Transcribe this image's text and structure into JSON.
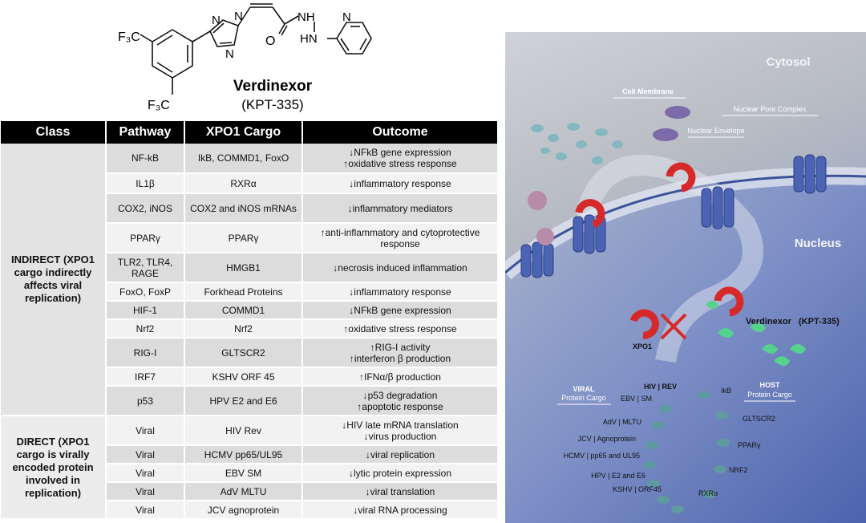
{
  "molecule": {
    "name": "Verdinexor",
    "code": "(KPT-335)",
    "atoms": {
      "cf3_top": "F₃C",
      "cf3_bottom": "F₃C",
      "n1": "N",
      "n2": "N",
      "n3": "N",
      "n4": "N",
      "o": "O",
      "nh1": "NH",
      "nh2": "HN"
    }
  },
  "table": {
    "headers": [
      "Class",
      "Pathway",
      "XPO1 Cargo",
      "Outcome"
    ],
    "classes": {
      "indirect": "INDIRECT (XPO1 cargo indirectly affects viral replication)",
      "direct": "DIRECT (XPO1 cargo is virally encoded protein involved in replication)"
    },
    "rows": [
      {
        "pathway": "NF-kB",
        "cargo": "IkB, COMMD1, FoxO",
        "outcome": [
          {
            "dir": "down",
            "text": "NFkB gene expression"
          },
          {
            "dir": "up",
            "text": "oxidative stress response"
          }
        ]
      },
      {
        "pathway": "IL1β",
        "cargo": "RXRα",
        "outcome": [
          {
            "dir": "down",
            "text": "inflammatory response"
          }
        ]
      },
      {
        "pathway": "COX2, iNOS",
        "cargo": "COX2 and iNOS mRNAs",
        "outcome": [
          {
            "dir": "down",
            "text": "inflammatory mediators"
          }
        ]
      },
      {
        "pathway": "PPARγ",
        "cargo": "PPARγ",
        "outcome": [
          {
            "dir": "up",
            "text": "anti-inflammatory and cytoprotective response"
          }
        ]
      },
      {
        "pathway": "TLR2, TLR4, RAGE",
        "cargo": "HMGB1",
        "outcome": [
          {
            "dir": "down",
            "text": "necrosis induced inflammation"
          }
        ]
      },
      {
        "pathway": "FoxO, FoxP",
        "cargo": "Forkhead Proteins",
        "outcome": [
          {
            "dir": "down",
            "text": "inflammatory response"
          }
        ]
      },
      {
        "pathway": "HIF-1",
        "cargo": "COMMD1",
        "outcome": [
          {
            "dir": "down",
            "text": "NFkB gene expression"
          }
        ]
      },
      {
        "pathway": "Nrf2",
        "cargo": "Nrf2",
        "outcome": [
          {
            "dir": "up",
            "text": "oxidative stress response"
          }
        ]
      },
      {
        "pathway": "RIG-I",
        "cargo": "GLTSCR2",
        "outcome": [
          {
            "dir": "up",
            "text": "RIG-I activity"
          },
          {
            "dir": "up",
            "text": "interferon β production"
          }
        ]
      },
      {
        "pathway": "IRF7",
        "cargo": "KSHV ORF 45",
        "outcome": [
          {
            "dir": "up",
            "text": "IFNα/β production"
          }
        ]
      },
      {
        "pathway": "p53",
        "cargo": "HPV E2 and E6",
        "outcome": [
          {
            "dir": "down",
            "text": "p53 degradation"
          },
          {
            "dir": "up",
            "text": "apoptotic response"
          }
        ]
      },
      {
        "pathway": "Viral",
        "cargo": "HIV Rev",
        "outcome": [
          {
            "dir": "down",
            "text": "HIV late mRNA translation"
          },
          {
            "dir": "down",
            "text": "virus production"
          }
        ]
      },
      {
        "pathway": "Viral",
        "cargo": "HCMV pp65/UL95",
        "outcome": [
          {
            "dir": "down",
            "text": "viral replication"
          }
        ]
      },
      {
        "pathway": "Viral",
        "cargo": "EBV SM",
        "outcome": [
          {
            "dir": "down",
            "text": "lytic protein expression"
          }
        ]
      },
      {
        "pathway": "Viral",
        "cargo": "AdV MLTU",
        "outcome": [
          {
            "dir": "down",
            "text": "viral translation"
          }
        ]
      },
      {
        "pathway": "Viral",
        "cargo": "JCV agnoprotein",
        "outcome": [
          {
            "dir": "down",
            "text": "viral RNA processing"
          }
        ]
      }
    ]
  },
  "illustration": {
    "cytosol": "Cytosol",
    "nucleus": "Nucleus",
    "cell_membrane": "Cell Membrane",
    "nuclear_pore_complex": "Nuclear Pore Complex",
    "nuclear_envelope": "Nuclear Envelope",
    "xpo1": "XPO1",
    "drug_name": "Verdinexor",
    "drug_code": "(KPT-335)",
    "viral_cargo_title": [
      "VIRAL",
      "Protein Cargo"
    ],
    "host_cargo_title": [
      "HOST",
      "Protein Cargo"
    ],
    "viral_labels": [
      "HIV | REV",
      "EBV | SM",
      "AdV | MLTU",
      "JCV | Agnoprotein",
      "HCMV | pp65 and UL95",
      "HPV | E2 and E6",
      "KSHV | ORF45"
    ],
    "host_labels": [
      "IkB",
      "GLTSCR2",
      "PPARγ",
      "NRF2",
      "RXRα"
    ],
    "colors": {
      "xpo1_red": "#d62a2a",
      "drug_green": "#55d38c",
      "pore_blue": "#4a63b3",
      "cargo_teal": "#5e9aa0"
    }
  }
}
